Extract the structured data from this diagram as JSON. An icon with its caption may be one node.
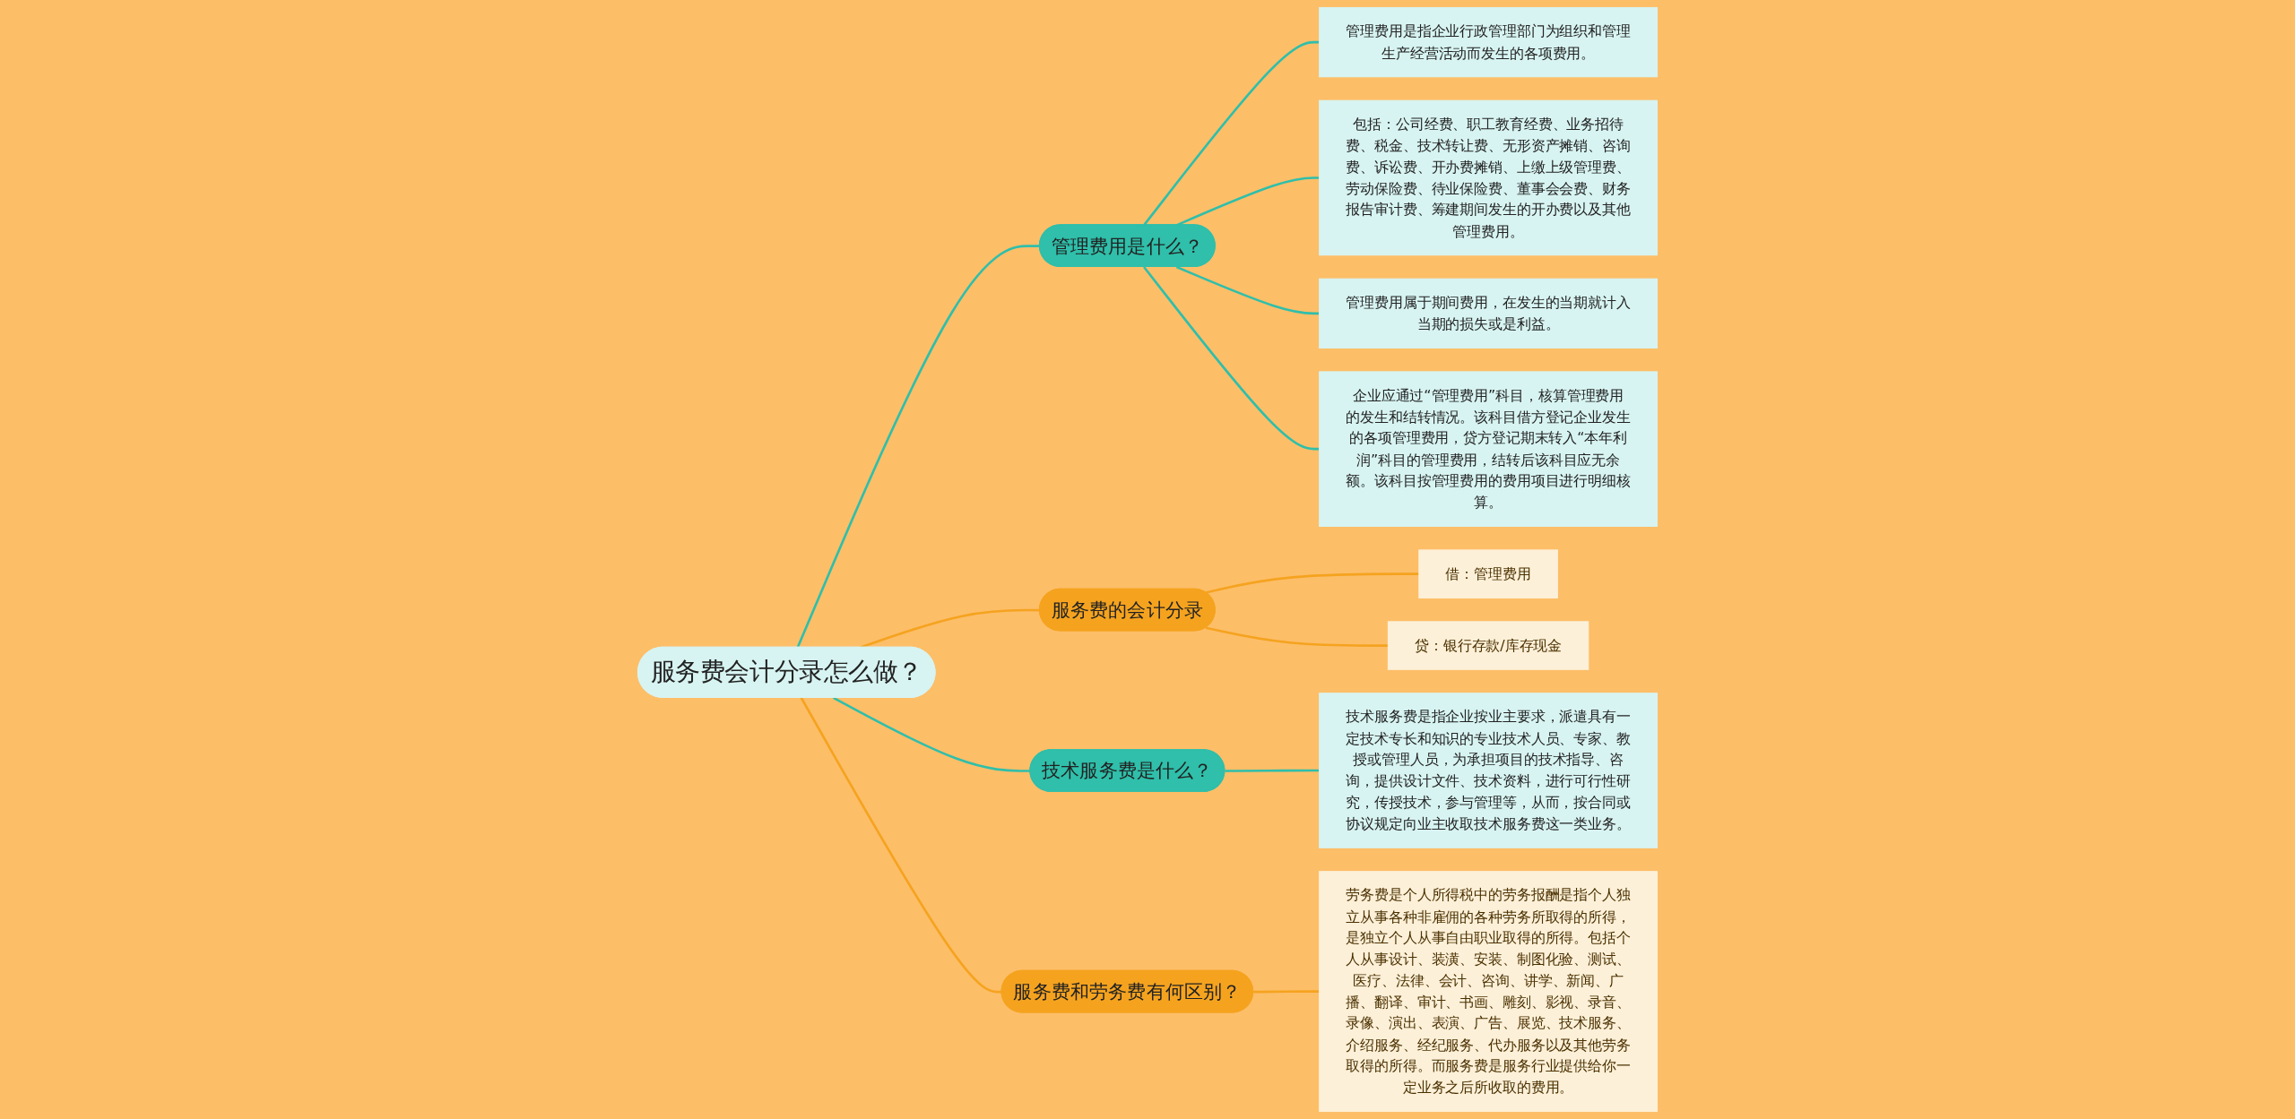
{
  "diagram": {
    "nodes": [
      {
        "text": [
          "服务费会计分录怎么做？"
        ]
      },
      {
        "text": [
          "管理费用是什么？"
        ]
      },
      {
        "text": [
          "管理费用是指企业行政管理部门为组织和管理生产经营活动而发生的各项费用。"
        ]
      },
      {
        "text": [
          "包括：公司经费、职工教育经费、业务招待费、税金、技术转让费、无形资产摊销、咨询费、诉讼费、开办费摊销、上缴上级管理费、劳动保险费、待业保险费、董事会会费、财务报告审计费、筹建期间发生的开办费以及其他管理费用。"
        ]
      },
      {
        "text": [
          "管理费用属于期间费用，在发生的当期就计入当期的损失或是利益。"
        ]
      },
      {
        "text": [
          "企业应通过“管理费用”科目，核算管理费用的发生和结转情况。该科目借方登记企业发生的各项管理费用，贷方登记期末转入“本年利润”科目的管理费用，结转后该科目应无余额。该科目按管理费用的费用项目进行明细核算。"
        ]
      },
      {
        "text": [
          "服务费的会计分录"
        ]
      },
      {
        "text": [
          "借：管理费用"
        ]
      },
      {
        "text": [
          "贷：银行存款/库存现金"
        ]
      },
      {
        "text": [
          "技术服务费是什么？"
        ]
      },
      {
        "text": [
          "技术服务费是指企业按业主要求，派遣具有一定技术专长和知识的专业技术人员、专家、教授或管理人员，为承担项目的技术指导、咨询，提供设计文件、技术资料，进行可行性研究，传授技术，参与管理等，从而，按合同或协议规定向业主收取技术服务费这一类业务。"
        ]
      },
      {
        "text": [
          "服务费和劳务费有何区别？"
        ]
      },
      {
        "text": [
          "劳务费是个人所得税中的劳务报酬是指个人独立从事各种非雇佣的各种劳务所取得的所得，是独立个人从事自由职业取得的所得。包括个人从事设计、装潢、安装、制图化验、测试、医疗、法律、会计、咨询、讲学、新闻、广播、翻译、审计、书画、雕刻、影视、录音、录像、演出、表演、广告、展览、技术服务、介绍服务、经纪服务、代办服务以及其他劳务取得的所得。而服务费是服务行业提供给你一定业务之后所收取的费用。"
        ]
      }
    ],
    "edges": [
      {
        "from": 0,
        "to": 1,
        "arrow": "none"
      },
      {
        "from": 1,
        "to": 2,
        "arrow": "none"
      },
      {
        "from": 1,
        "to": 3,
        "arrow": "none"
      },
      {
        "from": 1,
        "to": 4,
        "arrow": "none"
      },
      {
        "from": 1,
        "to": 5,
        "arrow": "none"
      },
      {
        "from": 0,
        "to": 6,
        "arrow": "none",
        "color": "#f5a31f"
      },
      {
        "from": 6,
        "to": 7,
        "arrow": "none",
        "color": "#f5a31f"
      },
      {
        "from": 6,
        "to": 8,
        "arrow": "none",
        "color": "#f5a31f"
      },
      {
        "from": 0,
        "to": 9,
        "arrow": "none"
      },
      {
        "from": 9,
        "to": 10,
        "arrow": "none"
      },
      {
        "from": 0,
        "to": 11,
        "arrow": "none",
        "color": "#f5a31f"
      },
      {
        "from": 11,
        "to": 12,
        "arrow": "none",
        "color": "#f5a31f"
      }
    ]
  }
}
